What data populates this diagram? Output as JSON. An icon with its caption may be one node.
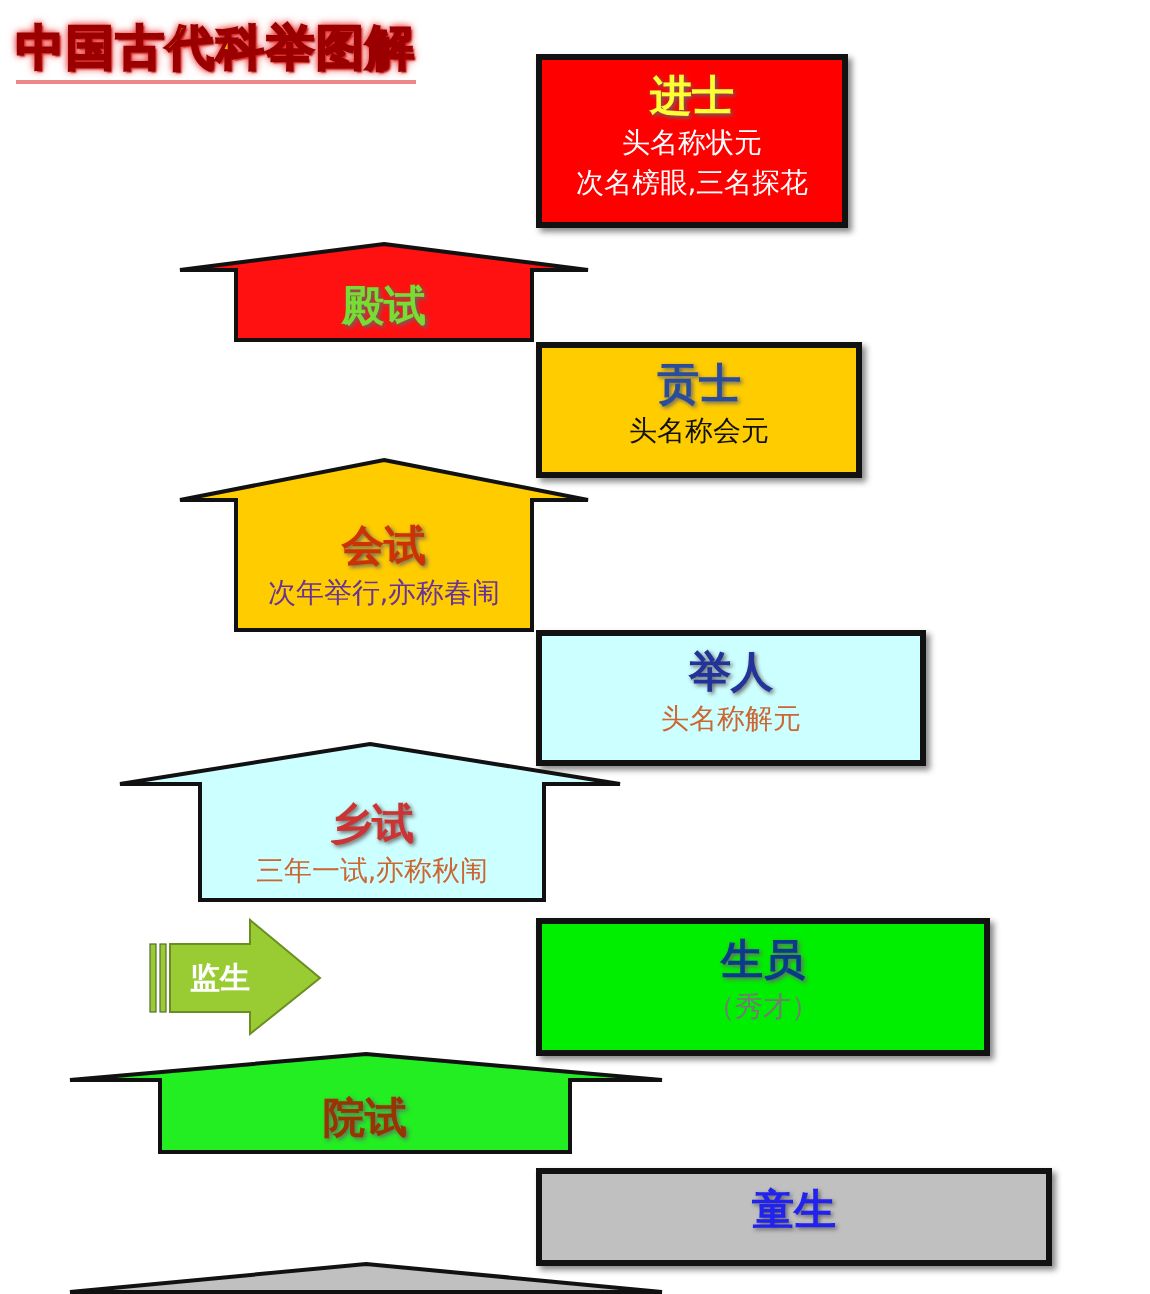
{
  "diagram": {
    "title": "中国古代科举图解",
    "nodes": [
      {
        "text": [
          "进士",
          "头名称状元",
          "次名榜眼,三名探花"
        ]
      },
      {
        "text": [
          "殿试"
        ]
      },
      {
        "text": [
          "贡士",
          "头名称会元"
        ]
      },
      {
        "text": [
          "会试",
          "次年举行,亦称春闱"
        ]
      },
      {
        "text": [
          "举人",
          "头名称解元"
        ]
      },
      {
        "text": [
          "乡试",
          "三年一试,亦称秋闱"
        ]
      },
      {
        "text": [
          "监生"
        ]
      },
      {
        "text": [
          "生员",
          "（秀才）"
        ]
      },
      {
        "text": [
          "院试"
        ]
      },
      {
        "text": [
          "童生"
        ]
      },
      {
        "text": [],
        "shape": "arrow"
      }
    ]
  }
}
